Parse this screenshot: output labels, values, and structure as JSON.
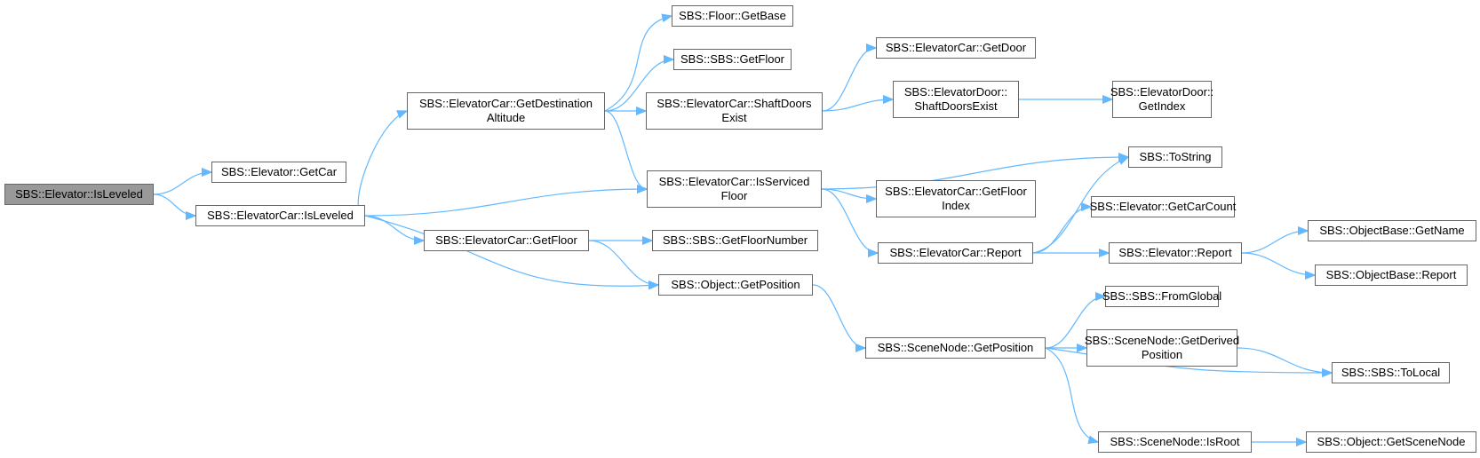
{
  "graph": {
    "nodes": [
      {
        "id": "n0",
        "lines": [
          "SBS::Elevator::IsLeveled"
        ],
        "root": true
      },
      {
        "id": "n1",
        "lines": [
          "SBS::Elevator::GetCar"
        ]
      },
      {
        "id": "n2",
        "lines": [
          "SBS::ElevatorCar::IsLeveled"
        ]
      },
      {
        "id": "n3",
        "lines": [
          "SBS::ElevatorCar::GetDestination",
          "Altitude"
        ]
      },
      {
        "id": "n4",
        "lines": [
          "SBS::ElevatorCar::GetFloor"
        ]
      },
      {
        "id": "n5",
        "lines": [
          "SBS::ElevatorCar::IsServiced",
          "Floor"
        ]
      },
      {
        "id": "n6",
        "lines": [
          "SBS::Object::GetPosition"
        ]
      },
      {
        "id": "n7",
        "lines": [
          "SBS::Floor::GetBase"
        ]
      },
      {
        "id": "n8",
        "lines": [
          "SBS::SBS::GetFloor"
        ]
      },
      {
        "id": "n9",
        "lines": [
          "SBS::ElevatorCar::ShaftDoors",
          "Exist"
        ]
      },
      {
        "id": "n10",
        "lines": [
          "SBS::ElevatorCar::GetDoor"
        ]
      },
      {
        "id": "n11",
        "lines": [
          "SBS::ElevatorDoor::",
          "ShaftDoorsExist"
        ]
      },
      {
        "id": "n12",
        "lines": [
          "SBS::ElevatorDoor::",
          "GetIndex"
        ]
      },
      {
        "id": "n13",
        "lines": [
          "SBS::ToString"
        ]
      },
      {
        "id": "n14",
        "lines": [
          "SBS::ElevatorCar::GetFloor",
          "Index"
        ]
      },
      {
        "id": "n15",
        "lines": [
          "SBS::ElevatorCar::Report"
        ]
      },
      {
        "id": "n16",
        "lines": [
          "SBS::SBS::GetFloorNumber"
        ]
      },
      {
        "id": "n17",
        "lines": [
          "SBS::Elevator::GetCarCount"
        ]
      },
      {
        "id": "n18",
        "lines": [
          "SBS::Elevator::Report"
        ]
      },
      {
        "id": "n19",
        "lines": [
          "SBS::ObjectBase::GetName"
        ]
      },
      {
        "id": "n20",
        "lines": [
          "SBS::ObjectBase::Report"
        ]
      },
      {
        "id": "n21",
        "lines": [
          "SBS::SceneNode::GetPosition"
        ]
      },
      {
        "id": "n22",
        "lines": [
          "SBS::SBS::FromGlobal"
        ]
      },
      {
        "id": "n23",
        "lines": [
          "SBS::SceneNode::GetDerived",
          "Position"
        ]
      },
      {
        "id": "n24",
        "lines": [
          "SBS::SBS::ToLocal"
        ]
      },
      {
        "id": "n25",
        "lines": [
          "SBS::SceneNode::IsRoot"
        ]
      },
      {
        "id": "n26",
        "lines": [
          "SBS::Object::GetSceneNode"
        ]
      }
    ],
    "edges": [
      [
        "n0",
        "n1"
      ],
      [
        "n0",
        "n2"
      ],
      [
        "n2",
        "n3"
      ],
      [
        "n2",
        "n5"
      ],
      [
        "n2",
        "n4"
      ],
      [
        "n2",
        "n6"
      ],
      [
        "n3",
        "n7"
      ],
      [
        "n3",
        "n8"
      ],
      [
        "n3",
        "n9"
      ],
      [
        "n3",
        "n5"
      ],
      [
        "n9",
        "n10"
      ],
      [
        "n9",
        "n11"
      ],
      [
        "n11",
        "n12"
      ],
      [
        "n5",
        "n13"
      ],
      [
        "n5",
        "n14"
      ],
      [
        "n5",
        "n15"
      ],
      [
        "n15",
        "n13"
      ],
      [
        "n15",
        "n17"
      ],
      [
        "n15",
        "n18"
      ],
      [
        "n18",
        "n19"
      ],
      [
        "n18",
        "n20"
      ],
      [
        "n4",
        "n16"
      ],
      [
        "n4",
        "n6"
      ],
      [
        "n6",
        "n21"
      ],
      [
        "n21",
        "n22"
      ],
      [
        "n21",
        "n23"
      ],
      [
        "n21",
        "n24"
      ],
      [
        "n21",
        "n25"
      ],
      [
        "n23",
        "n24"
      ],
      [
        "n25",
        "n26"
      ]
    ]
  }
}
